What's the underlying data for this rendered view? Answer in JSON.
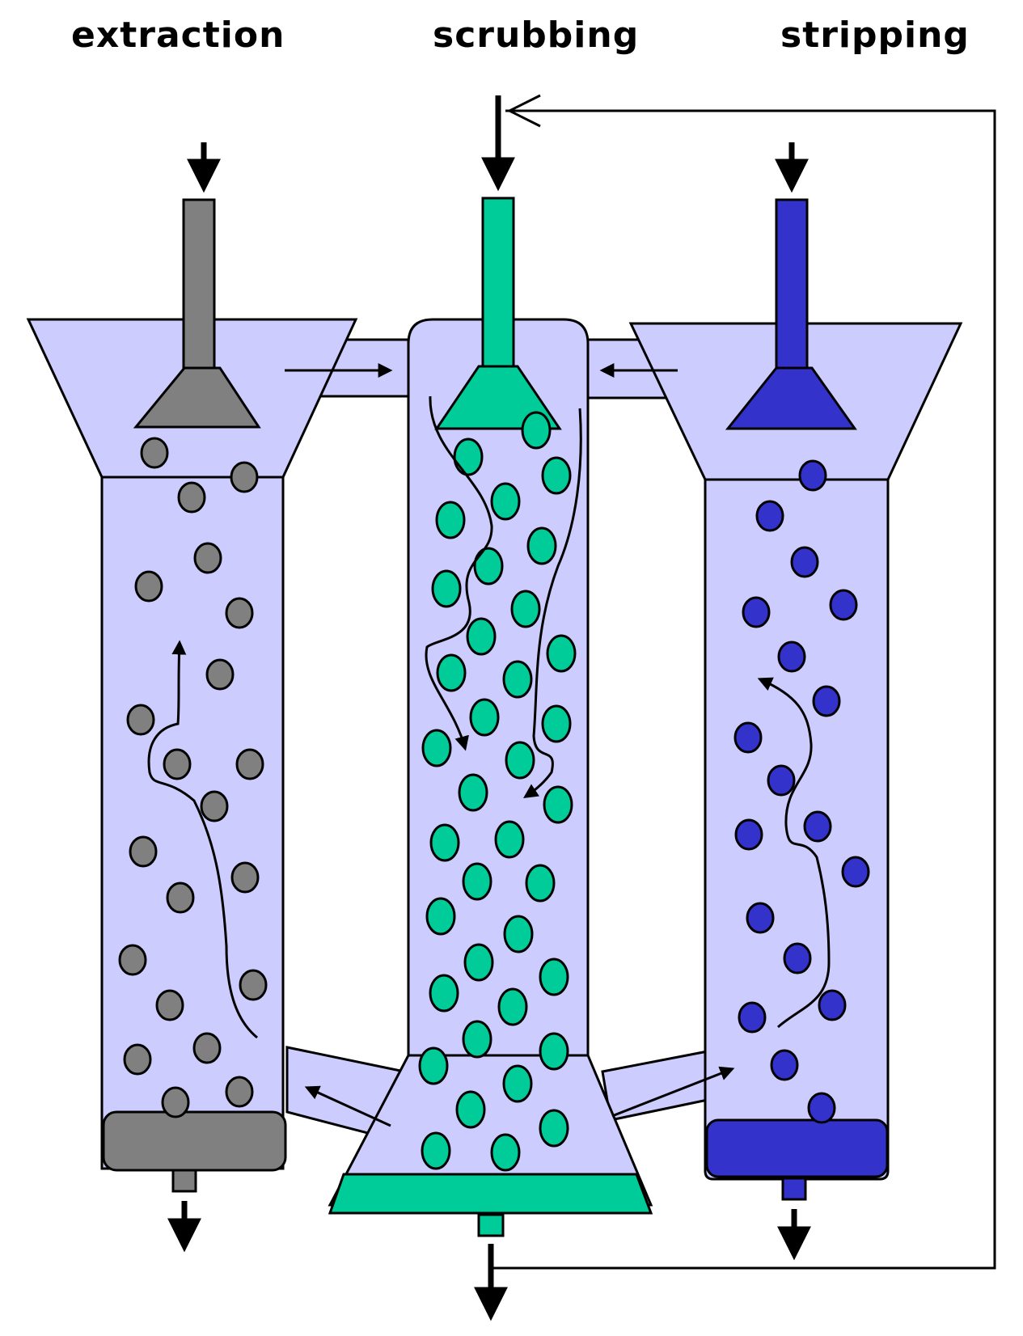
{
  "labels": {
    "extraction": "extraction",
    "scrubbing": "scrubbing",
    "stripping": "stripping"
  },
  "colors": {
    "body": "#ccccff",
    "outline": "#000000",
    "extraction_phase": "#808080",
    "scrubbing_phase": "#00cc99",
    "stripping_phase": "#3333cc",
    "background": "#ffffff"
  },
  "stages": [
    {
      "name": "extraction",
      "droplet_color": "extraction_phase"
    },
    {
      "name": "scrubbing",
      "droplet_color": "scrubbing_phase"
    },
    {
      "name": "stripping",
      "droplet_color": "stripping_phase"
    }
  ]
}
